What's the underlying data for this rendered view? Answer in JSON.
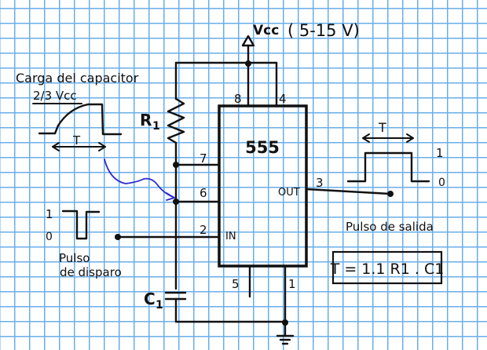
{
  "diagram": {
    "type": "555 monostable circuit (hand-drawn on grid paper)",
    "power": {
      "label": "Vcc",
      "range": "( 5-15 V)"
    },
    "chip": {
      "label": "555",
      "out_label": "OUT",
      "in_label": "IN"
    },
    "pins": {
      "p8": "8",
      "p4": "4",
      "p7": "7",
      "p6": "6",
      "p2": "2",
      "p3": "3",
      "p5": "5",
      "p1": "1"
    },
    "components": {
      "resistor": "R",
      "resistor_sub": "1",
      "capacitor": "C",
      "capacitor_sub": "1"
    },
    "capacitor_charge": {
      "title": "Carga del capacitor",
      "level": "2/3 Vcc",
      "period_label": "T"
    },
    "trigger_pulse": {
      "high": "1",
      "low": "0",
      "title_line1": "Pulso",
      "title_line2": "de disparo"
    },
    "output_pulse": {
      "period_label": "T",
      "high": "1",
      "low": "0",
      "title": "Pulso de salida"
    },
    "formula": "T = 1.1 R1 . C1",
    "colors": {
      "ink": "#111111",
      "grid": "#6aaee8",
      "arrow": "#2a2acf"
    }
  }
}
